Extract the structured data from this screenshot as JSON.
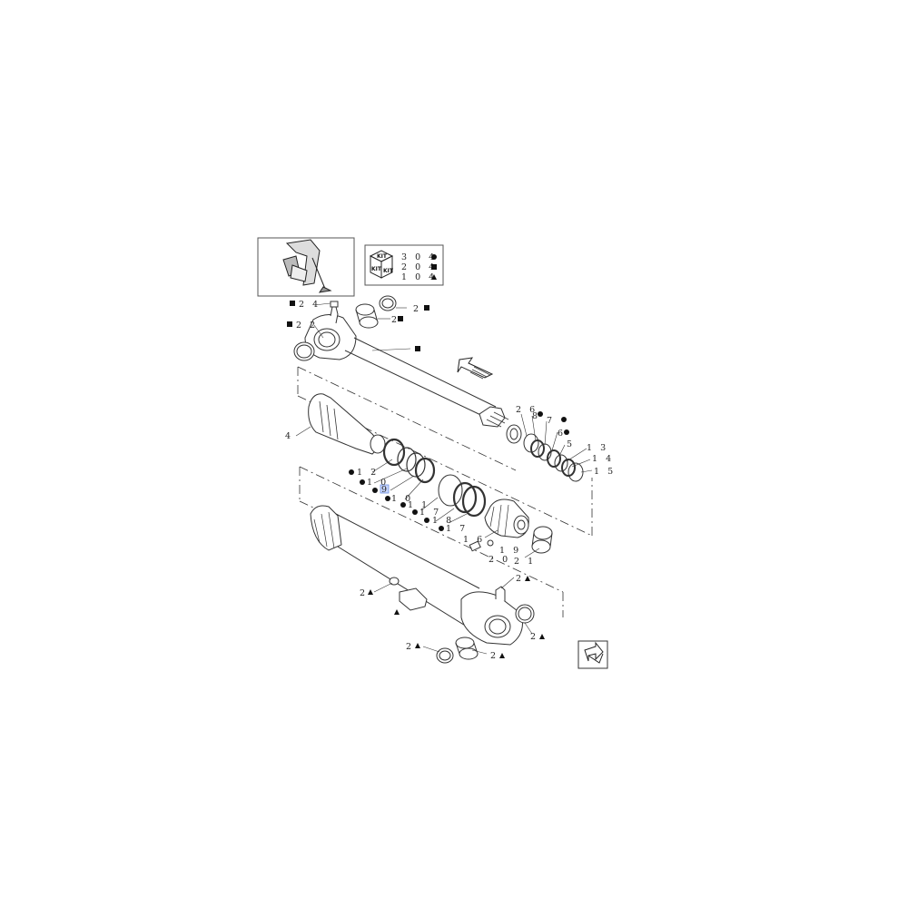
{
  "kit_legend": {
    "label": "KIT",
    "rows": [
      {
        "code": "3 0 4",
        "marker": "circle"
      },
      {
        "code": "2 0 4",
        "marker": "square"
      },
      {
        "code": "1 0 4",
        "marker": "triangle"
      }
    ]
  },
  "callouts": {
    "c24": "2 4",
    "c22": "2 2",
    "c2a": "2",
    "c2b": "2",
    "c26": "2 6",
    "c8": "8",
    "c7": "7",
    "c6": "6",
    "c5": "5",
    "c13": "1 3",
    "c14": "1 4",
    "c15": "1 5",
    "c4": "4",
    "c12": "1 2",
    "c10a": "1 0",
    "c9": "9",
    "c10b": "1 0",
    "c11": "1 1",
    "c17a": "1 7",
    "c18": "1 8",
    "c17b": "1 7",
    "c16": "1 6",
    "c19": "1 9",
    "c20": "2 0",
    "c21": "2 1",
    "c2c": "2",
    "c2d": "2",
    "c2e": "2",
    "c2f": "2",
    "c2g": "2"
  },
  "colors": {
    "line": "#333333",
    "highlight": "#c9d8ff"
  },
  "icons": {
    "direction_arrow": "arrow-icon",
    "next_page": "next-page-icon",
    "machine_thumbnail": "excavator-thumbnail-icon"
  }
}
